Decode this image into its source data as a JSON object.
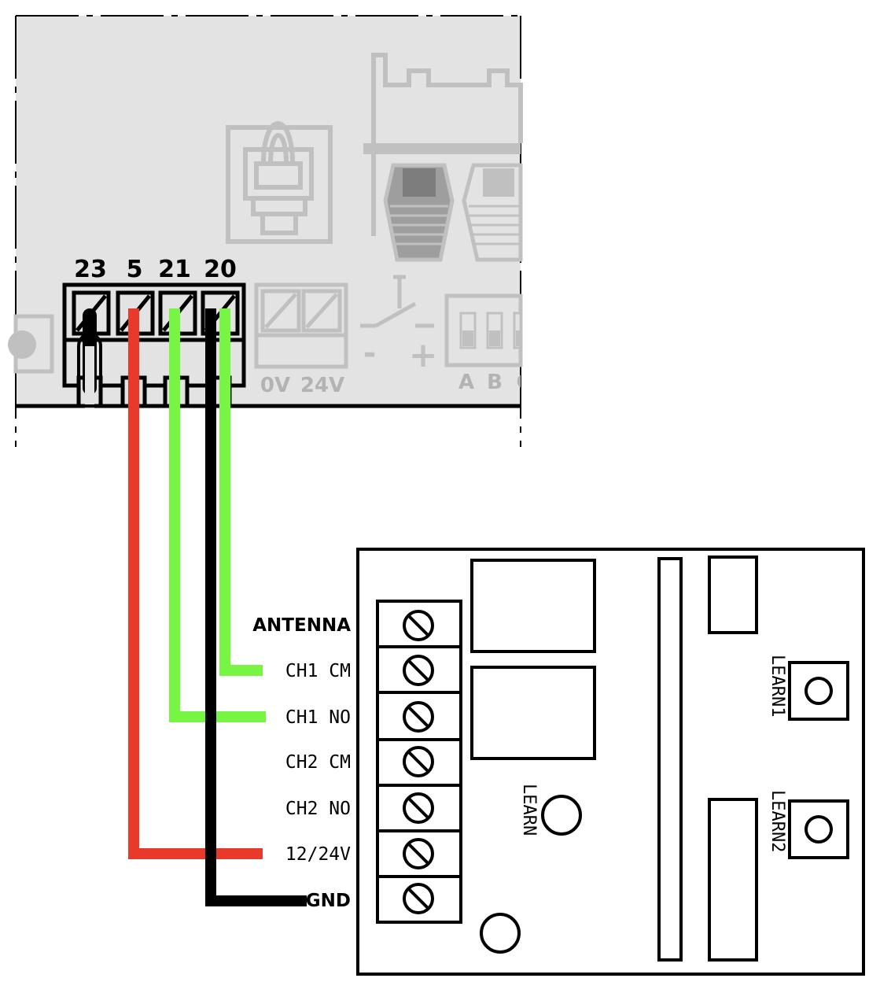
{
  "controller": {
    "terminals": [
      {
        "id": "t23",
        "label": "23"
      },
      {
        "id": "t5",
        "label": "5"
      },
      {
        "id": "t21",
        "label": "21"
      },
      {
        "id": "t20",
        "label": "20"
      }
    ],
    "power_labels": {
      "zero_v": "0V",
      "twentyfour_v": "24V"
    },
    "switch_polarity": {
      "minus": "-",
      "plus": "+"
    },
    "dip_labels": [
      "A",
      "B",
      "C"
    ]
  },
  "receiver": {
    "terminals": [
      {
        "id": "antenna",
        "label": "ANTENNA"
      },
      {
        "id": "ch1-cm",
        "label": "CH1 CM"
      },
      {
        "id": "ch1-no",
        "label": "CH1 NO"
      },
      {
        "id": "ch2-cm",
        "label": "CH2 CM"
      },
      {
        "id": "ch2-no",
        "label": "CH2 NO"
      },
      {
        "id": "power",
        "label": "12/24V"
      },
      {
        "id": "gnd",
        "label": "GND"
      }
    ],
    "learn_label": "LEARN",
    "learn1_label": "LEARN1",
    "learn2_label": "LEARN2"
  },
  "wires": [
    {
      "from": "5",
      "to": "12/24V",
      "color": "#e8392a"
    },
    {
      "from": "21",
      "to": "CH1 NO",
      "color": "#76f542"
    },
    {
      "from": "20",
      "to": "GND",
      "color": "#000000"
    },
    {
      "from": "20",
      "to": "CH1 CM",
      "color": "#76f542"
    }
  ],
  "colors": {
    "board_fill": "#e3e3e3",
    "board_component": "#c0c0c0",
    "label_grey": "#b3b3b3",
    "wire_red": "#e8392a",
    "wire_green": "#76f542",
    "wire_black": "#000000"
  }
}
